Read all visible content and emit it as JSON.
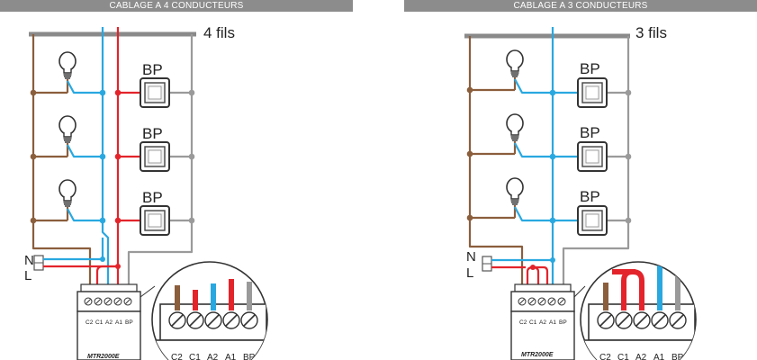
{
  "panels": [
    {
      "title": "CABLAGE A 4 CONDUCTEURS",
      "bus_label": "4 fils",
      "n_label": "N",
      "l_label": "L",
      "button_labels": [
        "BP",
        "BP",
        "BP"
      ],
      "terminals": [
        "C2",
        "C1",
        "A2",
        "A1",
        "BP"
      ],
      "module_name": "MTR2000E",
      "zoom_terminals": [
        "C2",
        "C1",
        "A2",
        "A1",
        "BP"
      ]
    },
    {
      "title": "CABLAGE A 3 CONDUCTEURS",
      "bus_label": "3 fils",
      "n_label": "N",
      "l_label": "L",
      "button_labels": [
        "BP",
        "BP",
        "BP"
      ],
      "terminals": [
        "C2",
        "C1",
        "A2",
        "A1",
        "BP"
      ],
      "module_name": "MTR2000E",
      "zoom_terminals": [
        "C2",
        "C1",
        "A2",
        "A1",
        "BP"
      ]
    }
  ],
  "colors": {
    "brown": "#8b5e3c",
    "blue": "#29a8e0",
    "red": "#e3242b",
    "grey": "#9a9a9a",
    "banner": "#8c8c8c"
  }
}
